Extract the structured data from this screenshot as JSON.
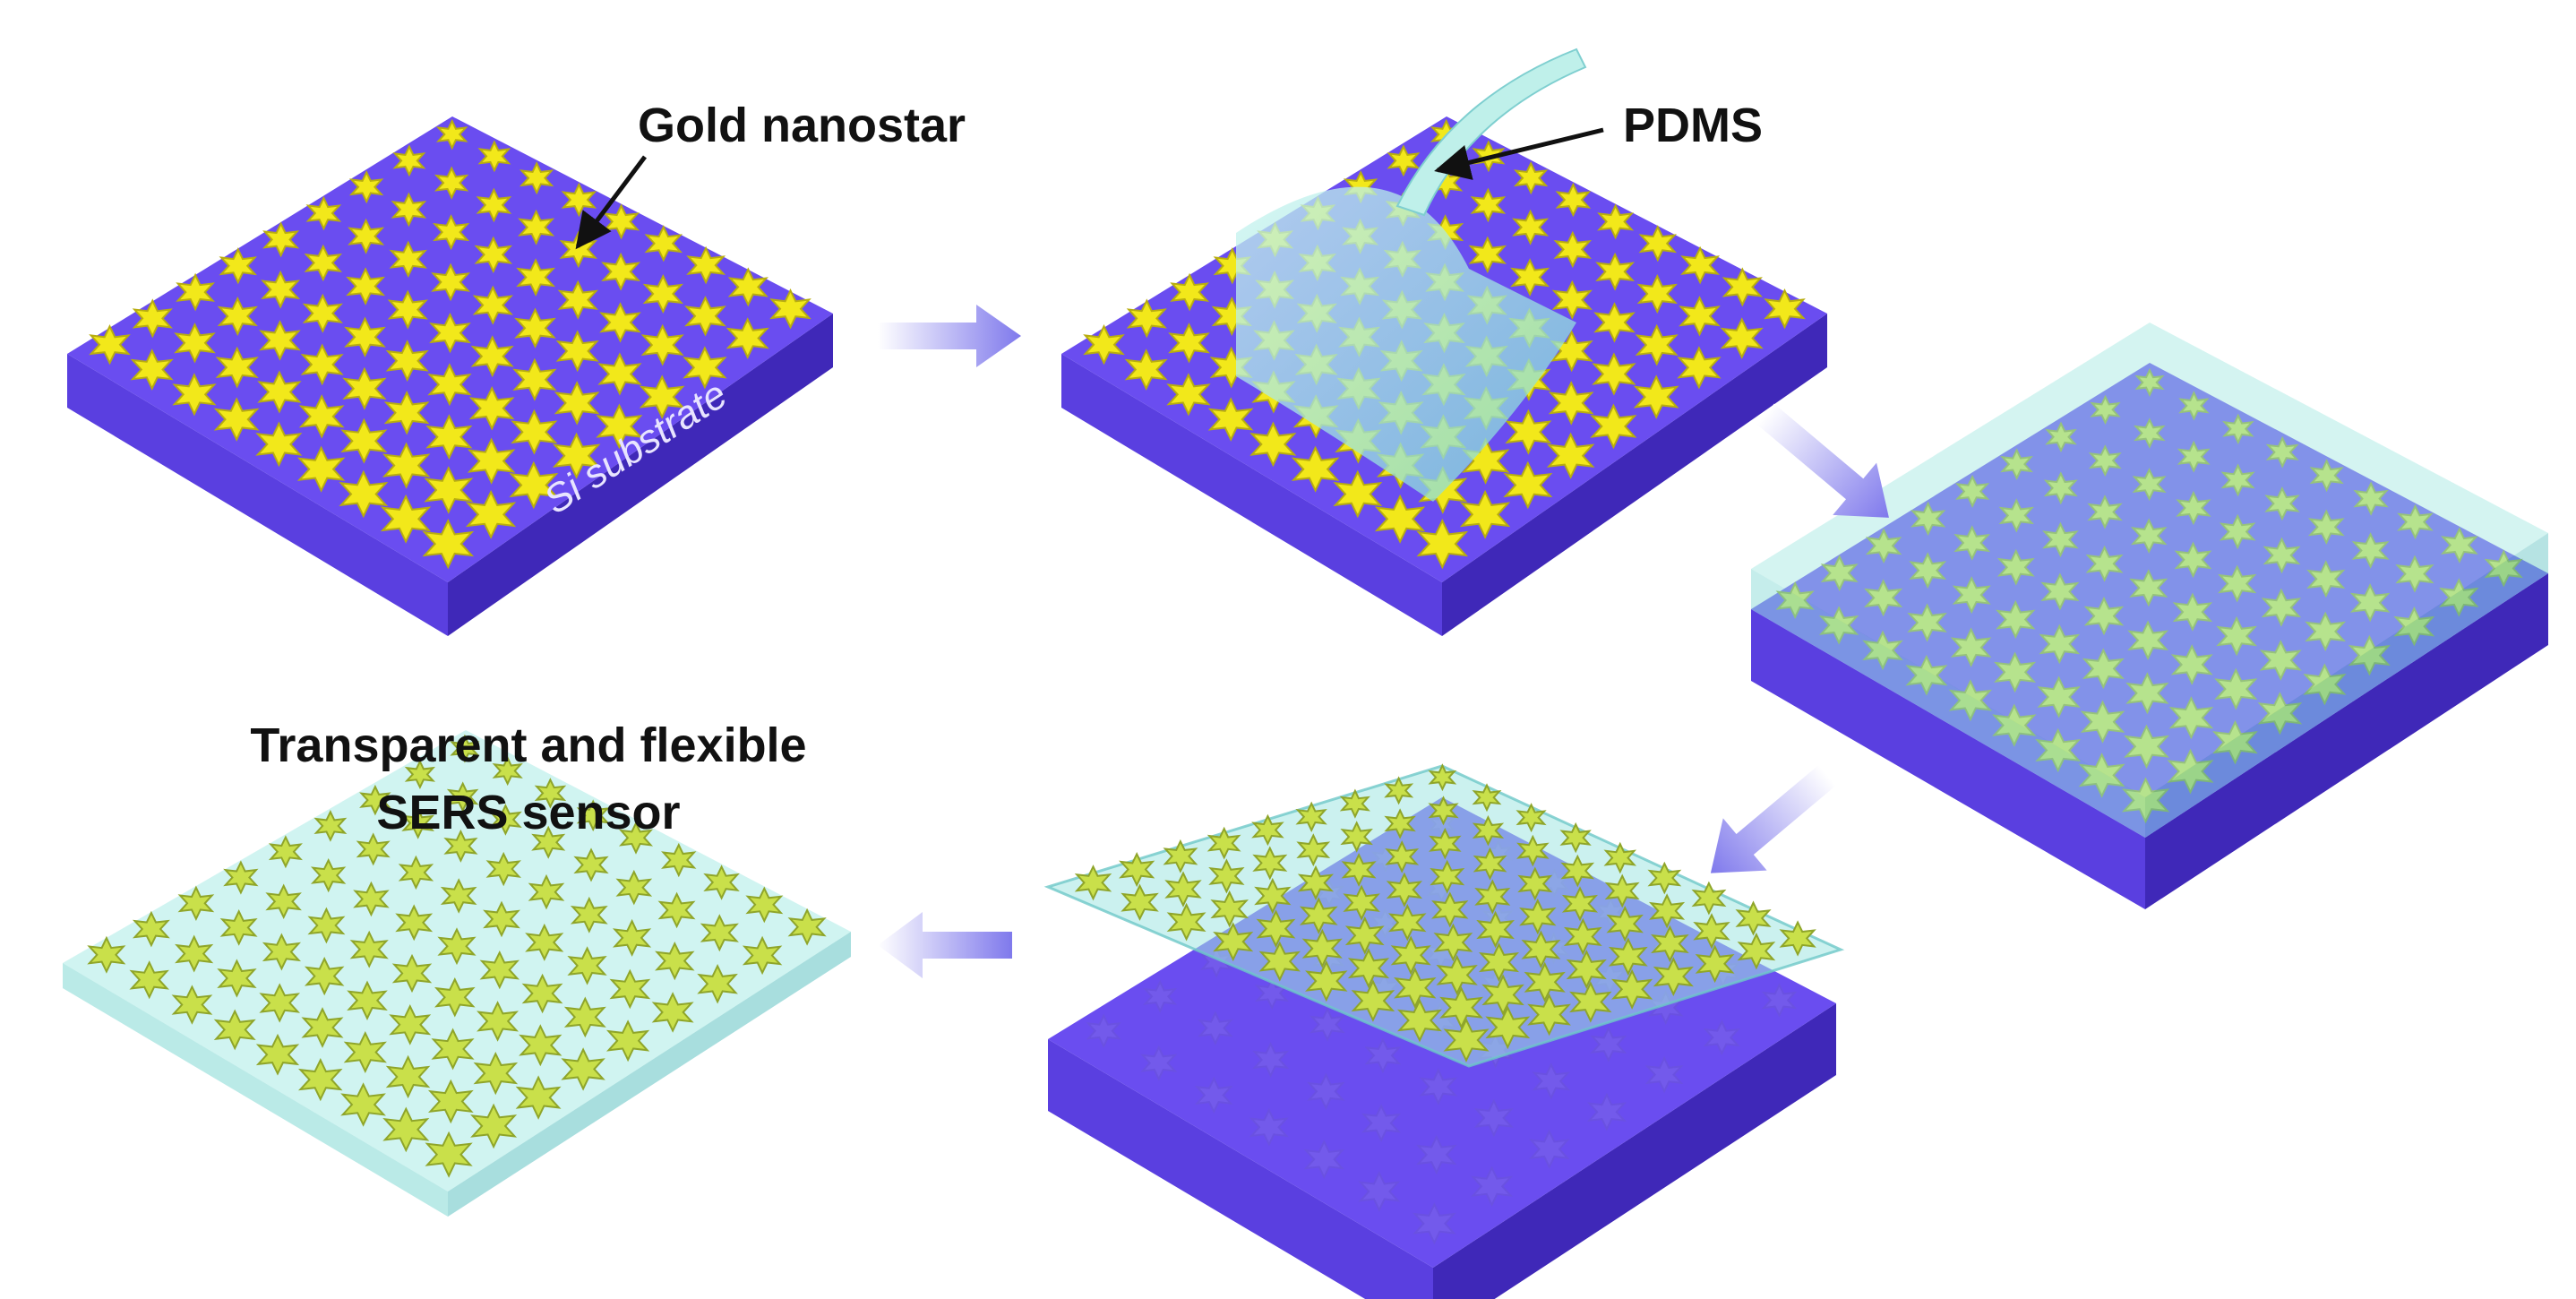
{
  "labels": {
    "gold_nanostar": "Gold nanostar",
    "pdms": "PDMS",
    "si_substrate": "Si substrate",
    "final_line1": "Transparent and flexible",
    "final_line2": "SERS sensor"
  },
  "colors": {
    "substrate_top": "#6a4df0",
    "substrate_front": "#5a3fe0",
    "substrate_side": "#3f28b8",
    "gold_star": "#f2e81a",
    "gold_star_dark": "#b8ad10",
    "green_star": "#c9e04a",
    "pdms": "#9fe6e0",
    "arrow": "#8b86ee"
  },
  "panels": [
    {
      "id": "panel-1",
      "stage": "gold nanostars on Si substrate"
    },
    {
      "id": "panel-2",
      "stage": "PDMS poured over nanostars"
    },
    {
      "id": "panel-3",
      "stage": "cured PDMS layer"
    },
    {
      "id": "panel-4",
      "stage": "PDMS film peeled off"
    },
    {
      "id": "panel-5",
      "stage": "free-standing film"
    }
  ]
}
